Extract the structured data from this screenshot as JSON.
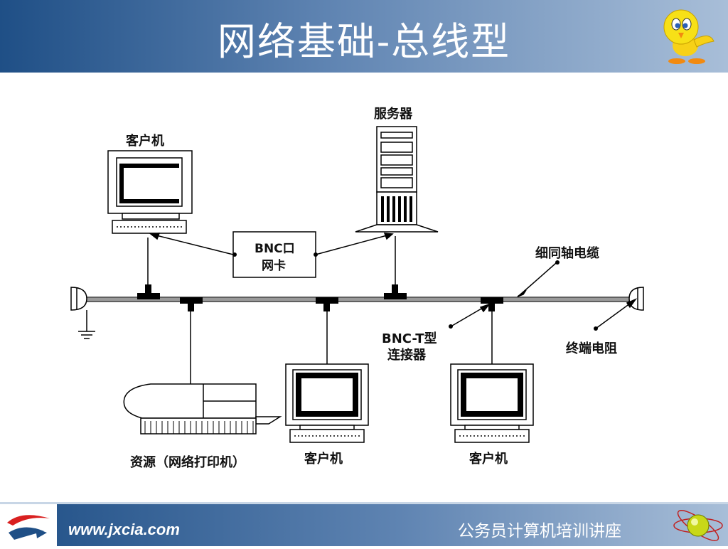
{
  "header": {
    "title": "网络基础-总线型"
  },
  "diagram": {
    "labels": {
      "client_top": "客户机",
      "server": "服务器",
      "nic_line1": "BNC口",
      "nic_line2": "网卡",
      "coax": "细同轴电缆",
      "tconn_line1": "BNC-T型",
      "tconn_line2": "连接器",
      "terminator": "终端电阻",
      "printer": "资源（网络打印机）",
      "client_mid": "客户机",
      "client_right": "客户机"
    }
  },
  "footer": {
    "url": "www.jxcia.com",
    "course": "公务员计算机培训讲座"
  }
}
